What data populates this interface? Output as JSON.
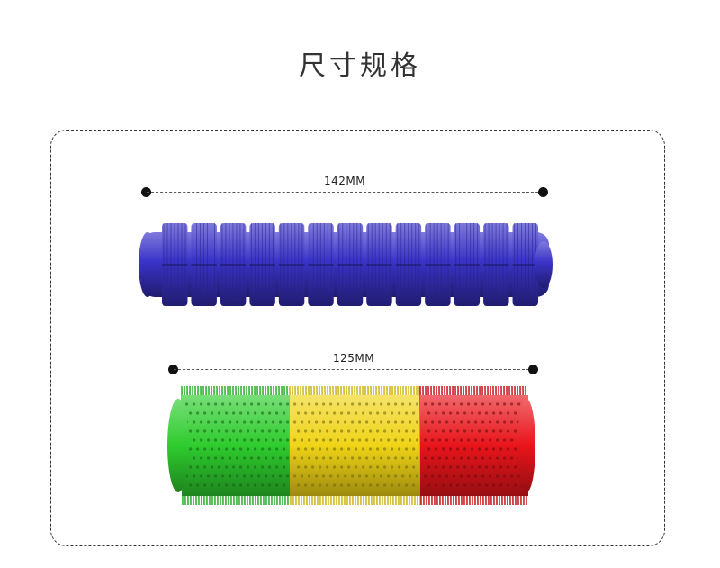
{
  "header": {
    "title": "尺寸规格"
  },
  "products": [
    {
      "dimension_label": "142MM",
      "colors": [
        "#3a33c8"
      ]
    },
    {
      "dimension_label": "125MM",
      "colors": [
        "#2ecc2e",
        "#f0d417",
        "#e8151b"
      ]
    }
  ]
}
